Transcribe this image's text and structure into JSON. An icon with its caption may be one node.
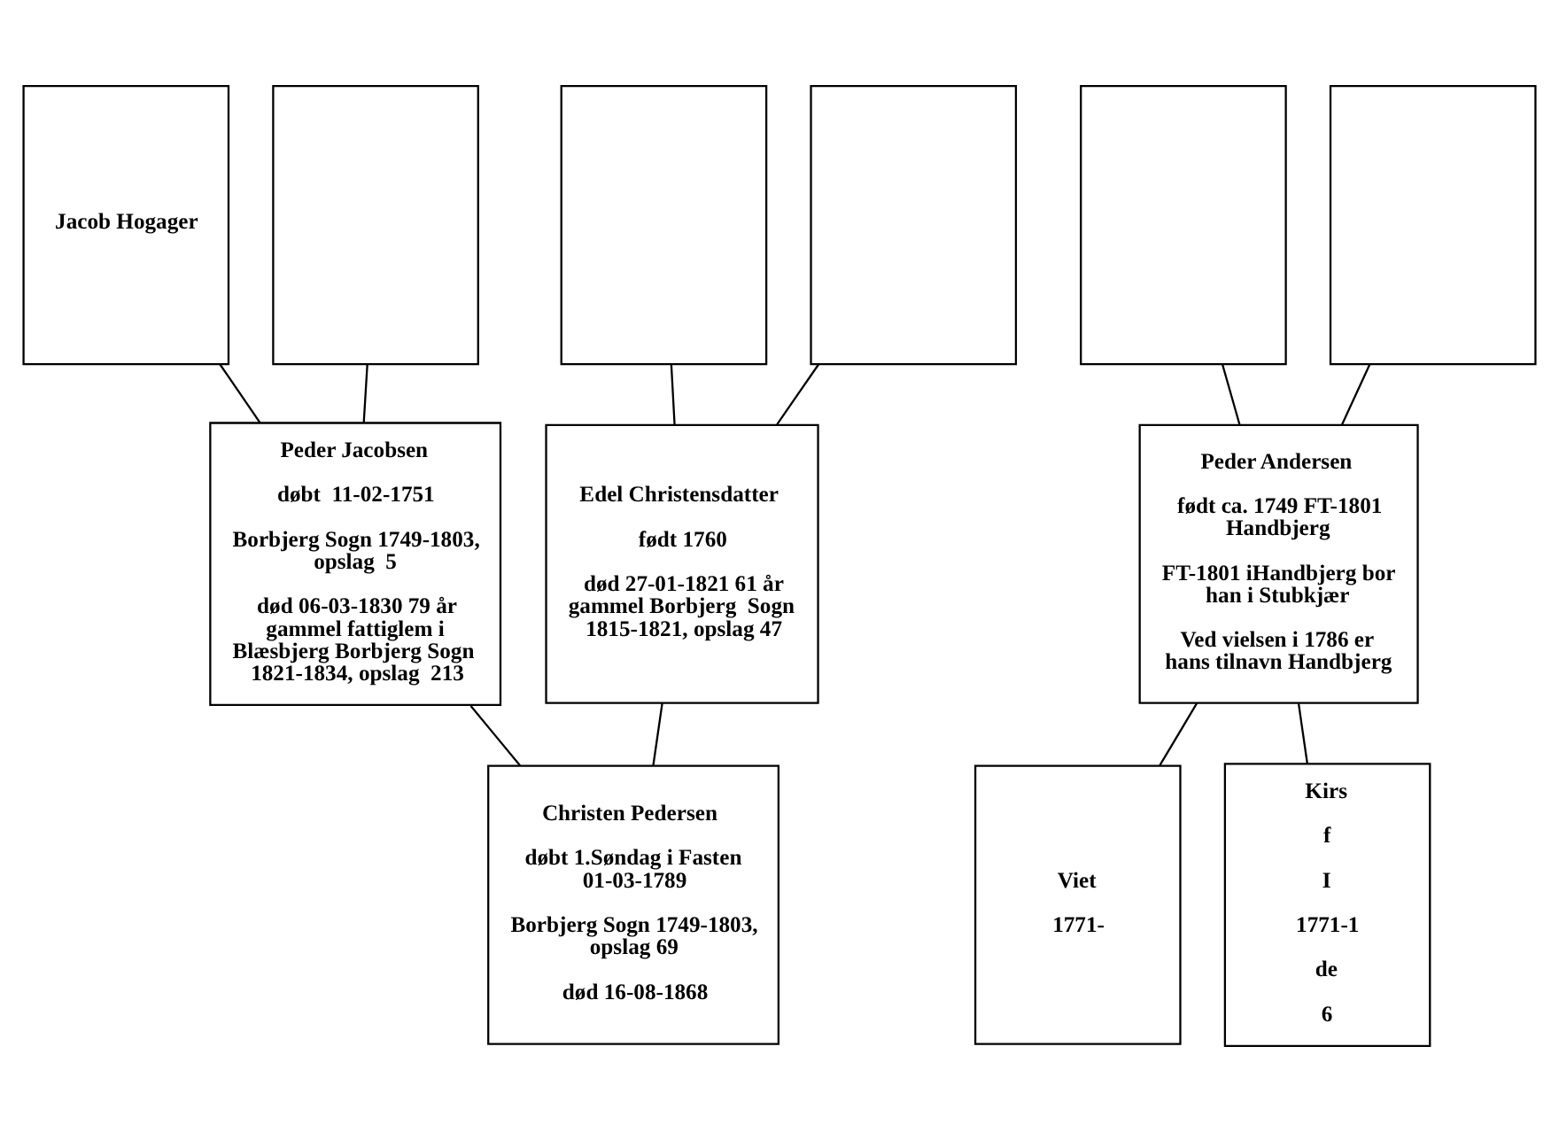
{
  "diagram": {
    "nodes": [
      {
        "text": [
          "Jacob Hogager"
        ]
      },
      {
        "text": [],
        "shape": "box"
      },
      {
        "text": [],
        "shape": "box"
      },
      {
        "text": [],
        "shape": "box"
      },
      {
        "text": [],
        "shape": "box"
      },
      {
        "text": [],
        "shape": "box"
      },
      {
        "text": [
          "Peder Jacobsen",
          "døbt  11-02-1751",
          "Borbjerg Sogn 1749-1803, opslag  5",
          "død 06-03-1830 79 år gammel fattiglem i Blæsbjerg Borbjerg Sogn 1821-1834, opslag  213"
        ]
      },
      {
        "text": [
          "Edel Christensdatter",
          "født 1760",
          "død 27-01-1821 61 år gammel Borbjerg  Sogn 1815-1821, opslag 47"
        ]
      },
      {
        "text": [
          "Peder Andersen",
          "født ca. 1749 FT-1801 Handbjerg",
          "FT-1801 iHandbjerg bor han i Stubkjær",
          "Ved vielsen i 1786 er hans tilnavn Handbjerg"
        ]
      },
      {
        "text": [
          "Viet",
          "1771-"
        ]
      },
      {
        "text": [
          "Christen Pedersen",
          "døbt 1.Søndag i Fasten 01-03-1789",
          "Borbjerg Sogn 1749-1803, opslag 69",
          "død 16-08-1868"
        ]
      },
      {
        "text": [
          "Kirs",
          "f",
          "I",
          "1771-1",
          "de",
          "6"
        ]
      }
    ],
    "edges": [
      {
        "from": 0,
        "to": 6,
        "arrow": "none"
      },
      {
        "from": 1,
        "to": 6,
        "arrow": "none"
      },
      {
        "from": 2,
        "to": 7,
        "arrow": "none"
      },
      {
        "from": 3,
        "to": 7,
        "arrow": "none"
      },
      {
        "from": 4,
        "to": 8,
        "arrow": "none"
      },
      {
        "from": 5,
        "to": 8,
        "arrow": "none"
      },
      {
        "from": 6,
        "to": 10,
        "arrow": "none"
      },
      {
        "from": 7,
        "to": 10,
        "arrow": "none"
      },
      {
        "from": 8,
        "to": 9,
        "arrow": "none"
      },
      {
        "from": 8,
        "to": 11,
        "arrow": "none"
      }
    ]
  }
}
